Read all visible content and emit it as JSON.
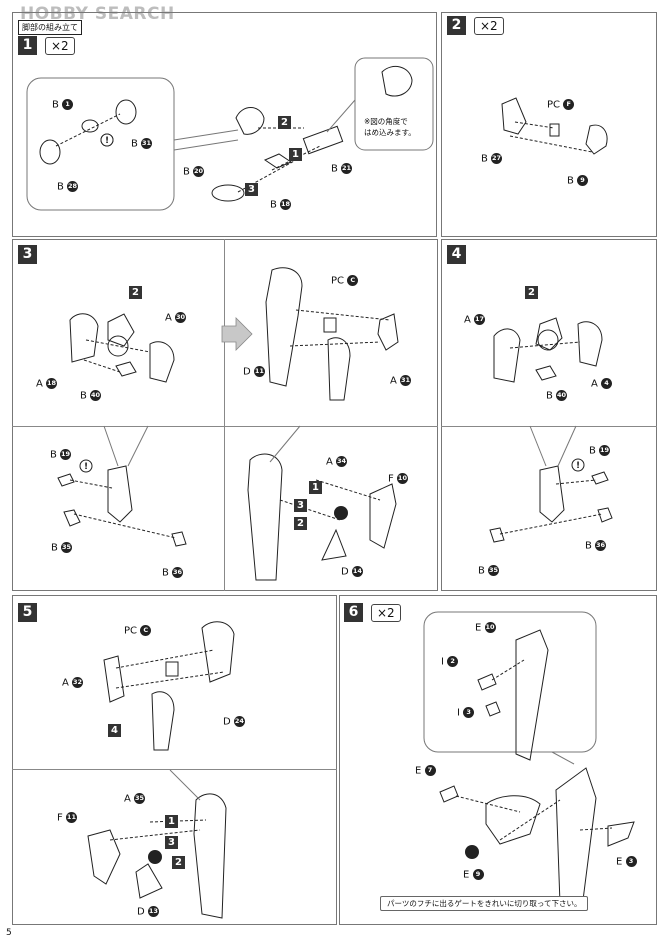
{
  "watermark": "HOBBY SEARCH",
  "section_heading": "脚部の組み立て",
  "page_number": "5",
  "steps": [
    {
      "number": "1",
      "multiplier": "×2"
    },
    {
      "number": "2",
      "multiplier": "×2"
    },
    {
      "number": "3",
      "multiplier": ""
    },
    {
      "number": "4",
      "multiplier": ""
    },
    {
      "number": "5",
      "multiplier": ""
    },
    {
      "number": "6",
      "multiplier": "×2"
    }
  ],
  "step1": {
    "note_line1": "※図の角度で",
    "note_line2": "はめ込みます。",
    "labels": [
      {
        "letter": "B",
        "num": "1"
      },
      {
        "letter": "B",
        "num": "31"
      },
      {
        "letter": "B",
        "num": "28"
      },
      {
        "letter": "B",
        "num": "20"
      },
      {
        "letter": "B",
        "num": "18"
      },
      {
        "letter": "B",
        "num": "21"
      }
    ],
    "order": [
      "1",
      "2",
      "3"
    ]
  },
  "step2": {
    "labels": [
      {
        "letter": "PC",
        "num": "F"
      },
      {
        "letter": "B",
        "num": "27"
      },
      {
        "letter": "B",
        "num": "9"
      }
    ]
  },
  "step3": {
    "ref": "2",
    "labels": [
      {
        "letter": "A",
        "num": "30"
      },
      {
        "letter": "A",
        "num": "18"
      },
      {
        "letter": "B",
        "num": "40"
      },
      {
        "letter": "PC",
        "num": "C"
      },
      {
        "letter": "D",
        "num": "11"
      },
      {
        "letter": "A",
        "num": "31"
      },
      {
        "letter": "B",
        "num": "19"
      },
      {
        "letter": "B",
        "num": "35"
      },
      {
        "letter": "B",
        "num": "36"
      },
      {
        "letter": "A",
        "num": "34"
      },
      {
        "letter": "F",
        "num": "10"
      },
      {
        "letter": "D",
        "num": "14"
      }
    ],
    "order": [
      "1",
      "2",
      "3"
    ]
  },
  "step4": {
    "ref": "2",
    "labels": [
      {
        "letter": "A",
        "num": "17"
      },
      {
        "letter": "A",
        "num": "4"
      },
      {
        "letter": "B",
        "num": "40"
      },
      {
        "letter": "B",
        "num": "19"
      },
      {
        "letter": "B",
        "num": "35"
      },
      {
        "letter": "B",
        "num": "36"
      }
    ]
  },
  "step5": {
    "ref": "4",
    "labels": [
      {
        "letter": "PC",
        "num": "C"
      },
      {
        "letter": "A",
        "num": "32"
      },
      {
        "letter": "D",
        "num": "24"
      },
      {
        "letter": "A",
        "num": "35"
      },
      {
        "letter": "F",
        "num": "11"
      },
      {
        "letter": "D",
        "num": "13"
      }
    ],
    "order": [
      "1",
      "2",
      "3"
    ]
  },
  "step6": {
    "labels": [
      {
        "letter": "E",
        "num": "10"
      },
      {
        "letter": "I",
        "num": "2"
      },
      {
        "letter": "I",
        "num": "3"
      },
      {
        "letter": "E",
        "num": "7"
      },
      {
        "letter": "E",
        "num": "9"
      },
      {
        "letter": "E",
        "num": "3"
      }
    ],
    "gate_note": "パーツのフチに出るゲートをきれいに切り取って下さい。"
  },
  "colors": {
    "ink": "#111111",
    "frame": "#777777",
    "step_box": "#333333",
    "watermark": "#bdbdbd",
    "arrow_fill": "#c8c8c8"
  }
}
